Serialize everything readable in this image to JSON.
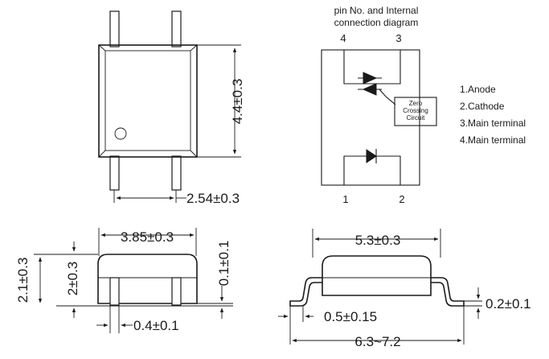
{
  "dimensions": {
    "top_height": "4.4±0.3",
    "top_pitch": "2.54±0.3",
    "side_width": "3.85±0.3",
    "side_total_height": "2.1±0.3",
    "side_body_height": "2±0.3",
    "side_standoff": "0.1±0.1",
    "side_lead_width": "0.4±0.1",
    "front_body_width": "5.3±0.3",
    "front_lead_thickness": "0.2±0.1",
    "front_lead_length": "0.5±0.15",
    "front_total_width": "6.3~7.2"
  },
  "schematic": {
    "title_line1": "pin No. and Internal",
    "title_line2": "connection diagram",
    "pin_top_left": "4",
    "pin_top_right": "3",
    "pin_bottom_left": "1",
    "pin_bottom_right": "2",
    "zc_line1": "Zero",
    "zc_line2": "Crossing",
    "zc_line3": "Circuit"
  },
  "legend": [
    "1.Anode",
    "2.Cathode",
    "3.Main terminal",
    "4.Main terminal"
  ]
}
